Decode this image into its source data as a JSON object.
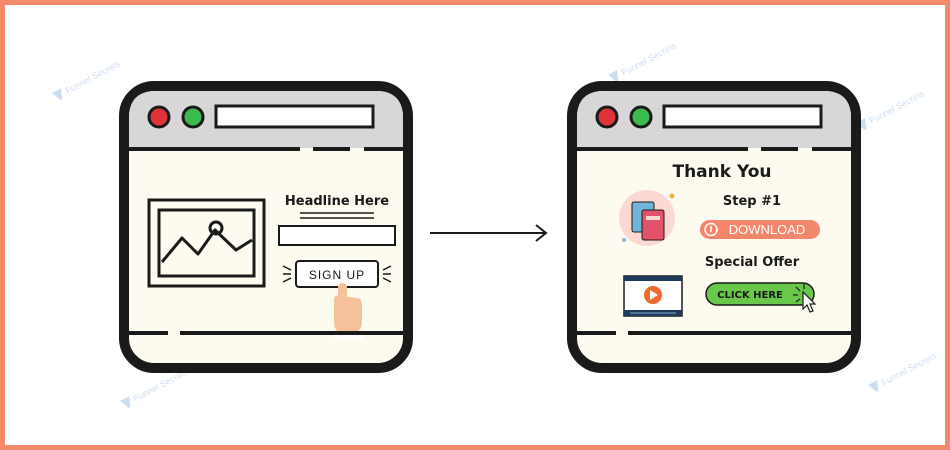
{
  "watermark": {
    "text": "Funnel Secrets"
  },
  "landing_page": {
    "headline": "Headline Here",
    "signup_button": "SIGN UP"
  },
  "thank_you_page": {
    "title": "Thank You",
    "step_label": "Step #1",
    "download_button": "DOWNLOAD",
    "offer_label": "Special Offer",
    "click_button": "CLICK HERE"
  },
  "colors": {
    "frame_border": "#f48a6c",
    "window_outline": "#1a1a1a",
    "window_bar": "#d7d7d7",
    "window_body": "#fdfbef",
    "red_dot": "#e0323a",
    "green_dot": "#3dba4e",
    "download_orange": "#f4876b",
    "click_green": "#69c74a",
    "play_orange": "#ef6a2c"
  }
}
